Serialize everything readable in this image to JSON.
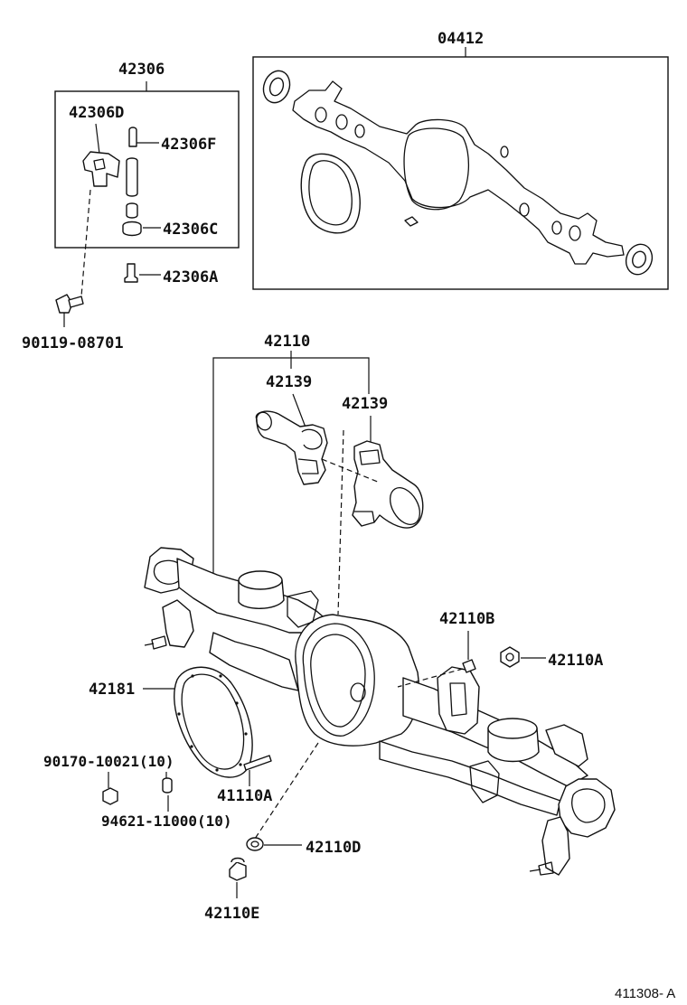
{
  "labels": {
    "p04412": "04412",
    "p42306": "42306",
    "p42306D": "42306D",
    "p42306F": "42306F",
    "p42306C": "42306C",
    "p42306A": "42306A",
    "p90119": "90119-08701",
    "p42110": "42110",
    "p42139_left": "42139",
    "p42139_right": "42139",
    "p42110B": "42110B",
    "p42110A": "42110A",
    "p42181": "42181",
    "p90170": "90170-10021(10)",
    "p41110A": "41110A",
    "p94621": "94621-11000(10)",
    "p42110D": "42110D",
    "p42110E": "42110E"
  },
  "diagram_code": "411308- A"
}
